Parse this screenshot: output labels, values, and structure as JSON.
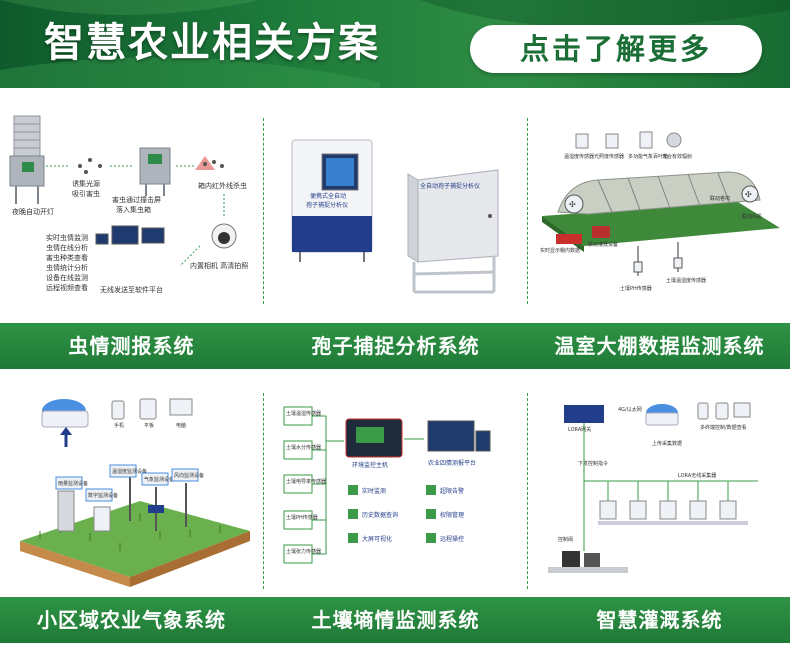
{
  "header": {
    "title": "智慧农业相关方案",
    "more_button": "点击了解更多"
  },
  "solutions": [
    {
      "label": "虫情测报系统"
    },
    {
      "label": "孢子捕捉分析系统"
    },
    {
      "label": "温室大棚数据监测系统"
    },
    {
      "label": "小区域农业气象系统"
    },
    {
      "label": "土壤墒情监测系统"
    },
    {
      "label": "智慧灌溉系统"
    }
  ],
  "pest": {
    "night_lamp": "夜晚自动开灯",
    "lure": "诱集光源",
    "lure2": "吸引害虫",
    "screen": "害虫通过撞击屏",
    "screen2": "落入集虫箱",
    "infrared": "箱内红外线杀虫",
    "camera": "内置相机 高清拍照",
    "upload": "无线发送至软件平台",
    "features": [
      "实时虫情监测",
      "虫情在线分析",
      "害虫种类查看",
      "虫情统计分析",
      "设备在线监测",
      "远程视频查看"
    ]
  },
  "spore": {
    "front_label": "便携式全自动",
    "front_label2": "孢子捕捉分析仪",
    "cabinet_label": "全自动孢子捕捉分析仪"
  },
  "greenhouse": {
    "sensors": [
      "温湿度传感器",
      "光照度传感器",
      "多功能气象百叶箱",
      "光合有效辐射"
    ],
    "fan": "联动风机",
    "curtain": "联动卷帘",
    "irrigation": "联动灌溉设备",
    "display": "实时显示棚内数据",
    "soil_ph": "土壤PH传感器",
    "soil_temp": "土壤温湿度传感器"
  },
  "weather": {
    "devices": [
      "手机",
      "平板",
      "电脑"
    ],
    "sensors": [
      "雨量监测设备",
      "数字监测设备",
      "温湿度监测设备",
      "气象监测设备",
      "风向监测设备"
    ]
  },
  "soil": {
    "sensors": [
      "土壤温湿传感器",
      "土壤水分传感器",
      "土壤电导率传感器",
      "土壤PH传感器",
      "土壤张力传感器"
    ],
    "host": "环境监控主机",
    "platform": "农业四情测报平台",
    "features": [
      "实时监测",
      "超限告警",
      "历史数据查询",
      "权限管理",
      "大屏可视化",
      "远程操控"
    ]
  },
  "irrigation": {
    "lora": "LORA网关",
    "net": "4G/以太网",
    "terminal": "多终端控制/数据查看",
    "uplink": "上传采集数据",
    "downlink": "下发控制指令",
    "nodes": "LORA无线采集器",
    "pump": "控制阀"
  }
}
